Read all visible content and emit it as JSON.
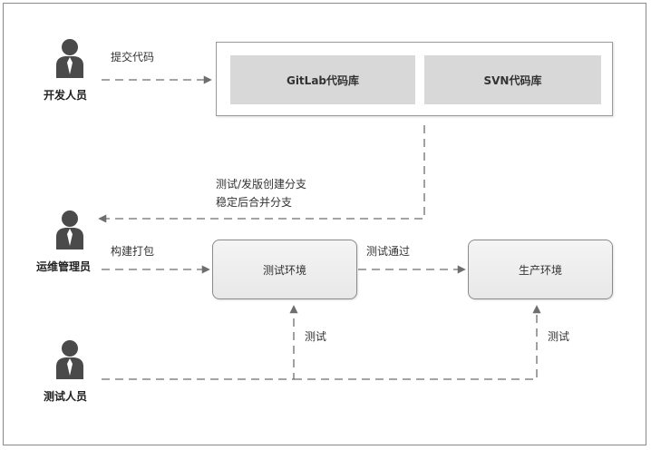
{
  "roles": {
    "developer": "开发人员",
    "ops": "运维管理员",
    "tester": "测试人员"
  },
  "repos": {
    "gitlab": "GitLab代码库",
    "svn": "SVN代码库"
  },
  "environments": {
    "test": "测试环境",
    "production": "生产环境"
  },
  "edge_labels": {
    "submit_code": "提交代码",
    "branch_line1": "测试/发版创建分支",
    "branch_line2": "稳定后合并分支",
    "build_package": "构建打包",
    "test_passed": "测试通过",
    "test_left": "测试",
    "test_right": "测试"
  },
  "colors": {
    "person": "#4a4a4a",
    "line": "#6e6e6e",
    "repo_fill": "#d8d8d8"
  }
}
